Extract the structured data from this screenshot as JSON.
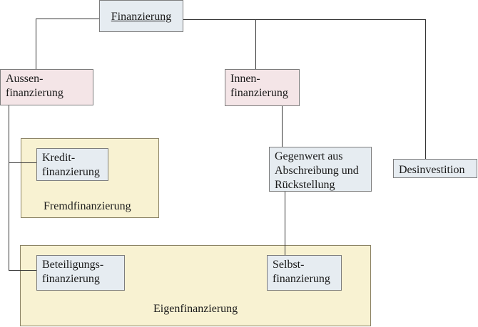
{
  "root": {
    "label": "Finanzierung"
  },
  "nodes": {
    "aussen": "Aussen-\nfinanzierung",
    "innen": "Innen-\nfinanzierung",
    "kredit": "Kredit-\nfinanzierung",
    "gegenwert": "Gegenwert aus\nAbschreibung und\nRückstellung",
    "desinvestition": "Desinvestition",
    "beteiligung": "Beteiligungs-\nfinanzierung",
    "selbst": "Selbst-\nfinanzierung"
  },
  "groups": {
    "fremd": "Fremdfinanzierung",
    "eigen": "Eigenfinanzierung"
  },
  "colors": {
    "group_fill": "#f8f2d2",
    "blue_node_fill": "#e6ecf1",
    "pink_node_fill": "#f4e5e7",
    "connector": "#333333"
  }
}
